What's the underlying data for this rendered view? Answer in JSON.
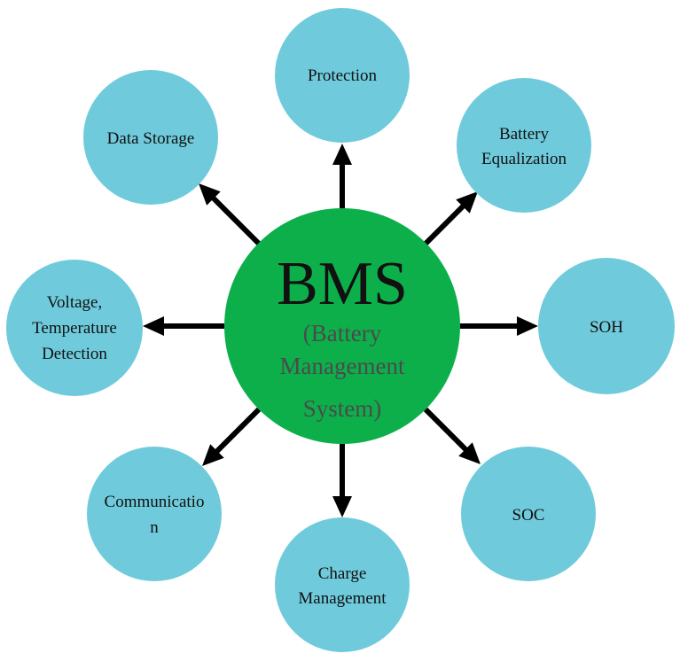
{
  "colors": {
    "center_fill": "#0daf4b",
    "node_fill": "#6fcbdc",
    "arrow": "#000000",
    "title_text": "#111111",
    "subtitle_text": "#4b4b4b"
  },
  "center": {
    "title": "BMS",
    "subtitle_lines": [
      "(Battery",
      "Management",
      "System)"
    ]
  },
  "nodes": [
    {
      "id": "protection",
      "lines": [
        "Protection"
      ]
    },
    {
      "id": "battery-equalization",
      "lines": [
        "Battery",
        "Equalization"
      ]
    },
    {
      "id": "soh",
      "lines": [
        "SOH"
      ]
    },
    {
      "id": "soc",
      "lines": [
        "SOC"
      ]
    },
    {
      "id": "charge-management",
      "lines": [
        "Charge",
        "Management"
      ]
    },
    {
      "id": "communication",
      "lines": [
        "Communicatio",
        "n"
      ]
    },
    {
      "id": "voltage-temperature-detection",
      "lines": [
        "Voltage,",
        "Temperature",
        "Detection"
      ]
    },
    {
      "id": "data-storage",
      "lines": [
        "Data Storage"
      ]
    }
  ]
}
